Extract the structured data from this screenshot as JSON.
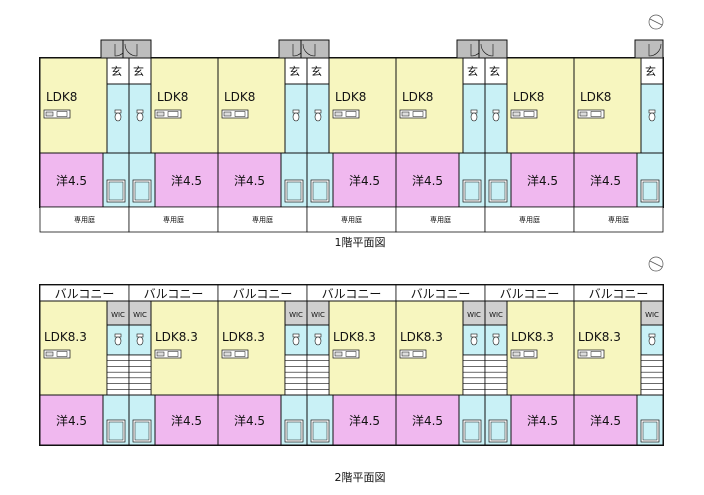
{
  "floor1": {
    "unit_count": 7,
    "rooms": {
      "ldk": "LDK8",
      "western": "洋4.5",
      "entrance": "玄",
      "garden": "専用庭"
    },
    "caption": "1階平面図"
  },
  "floor2": {
    "unit_count": 7,
    "rooms": {
      "ldk": "LDK8.3",
      "western": "洋4.5",
      "balcony": "バルコニー",
      "closet": "WIC"
    },
    "caption": "2階平面図"
  },
  "colors": {
    "ldk": "#f7f6bf",
    "western": "#f0b8ef",
    "wet": "#c9f1f6",
    "stair": "#a6a6a6",
    "wall": "#111111",
    "garden": "#ffffff"
  },
  "icons": [
    "compass-icon",
    "door-swing-icon",
    "kitchen-sink-icon",
    "toilet-icon",
    "bathtub-icon",
    "staircase-icon"
  ]
}
